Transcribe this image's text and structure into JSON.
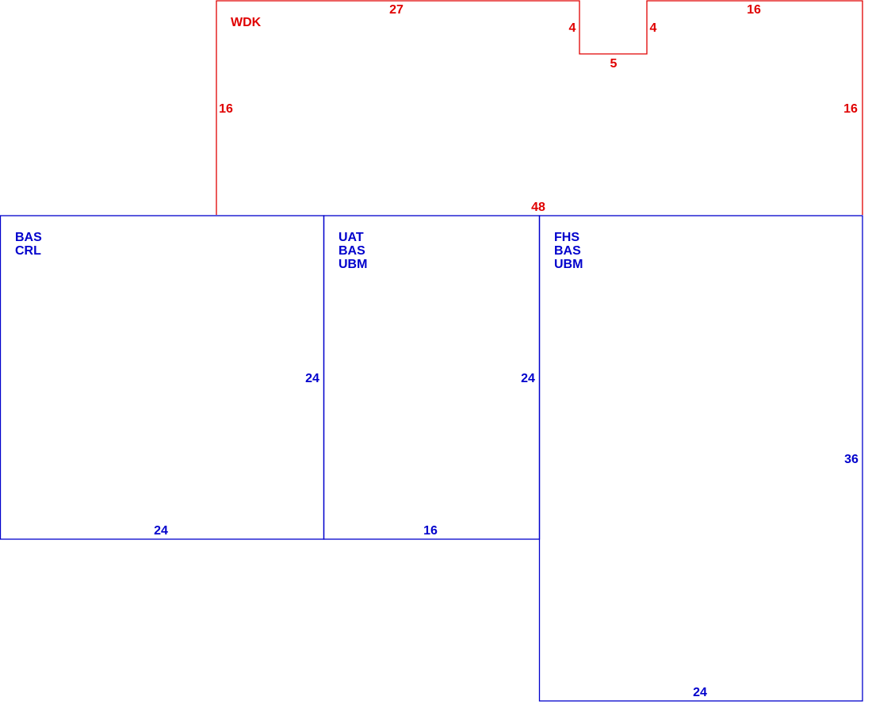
{
  "colors": {
    "deck": "#e00000",
    "rooms": "#0000cc"
  },
  "deck": {
    "code": "WDK",
    "dims": {
      "top_left": "27",
      "notch_left": "4",
      "notch_bottom": "5",
      "notch_right": "4",
      "top_right": "16",
      "left": "16",
      "right": "16",
      "bottom": "48"
    }
  },
  "room_left": {
    "codes": [
      "BAS",
      "CRL"
    ],
    "dims": {
      "right": "24",
      "bottom": "24"
    }
  },
  "room_middle": {
    "codes": [
      "UAT",
      "BAS",
      "UBM"
    ],
    "dims": {
      "right": "24",
      "bottom": "16"
    }
  },
  "room_right": {
    "codes": [
      "FHS",
      "BAS",
      "UBM"
    ],
    "dims": {
      "right": "36",
      "bottom": "24"
    }
  }
}
